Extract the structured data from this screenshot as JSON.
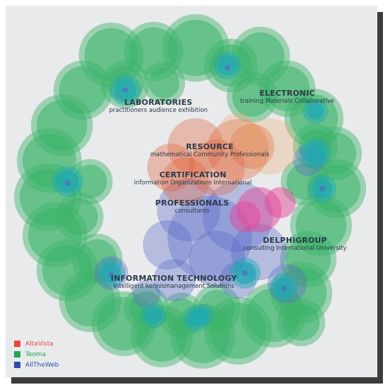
{
  "clusters": [
    {
      "title": "LABORATORIES",
      "subtitle": "practitioners audience exhibition"
    },
    {
      "title": "ELECTRONIC",
      "subtitle": "training Materials Collaborative"
    },
    {
      "title": "RESOURCE",
      "subtitle": "mathematical Community Professionals"
    },
    {
      "title": "CERTIFICATION",
      "subtitle": "information Organizations International"
    },
    {
      "title": "PROFESSIONALS",
      "subtitle": "consultants"
    },
    {
      "title": "DELPHIGROUP",
      "subtitle": "consulting International University"
    },
    {
      "title": "INFORMATION TECHNOLOGY",
      "subtitle": "Intelligent kennismanagement Solutions"
    }
  ],
  "legend": [
    {
      "label": "AltaVista",
      "color": "#e8473a"
    },
    {
      "label": "Teoma",
      "color": "#21a35a"
    },
    {
      "label": "AllTheWeb",
      "color": "#2f4aa8"
    }
  ],
  "colors": {
    "teoma": "#3cb46a",
    "altavista": "#e0623a",
    "alltheweb": "#5568c8",
    "teal": "#1ea9b4",
    "pink": "#e3489a",
    "orange": "#e8a060"
  }
}
